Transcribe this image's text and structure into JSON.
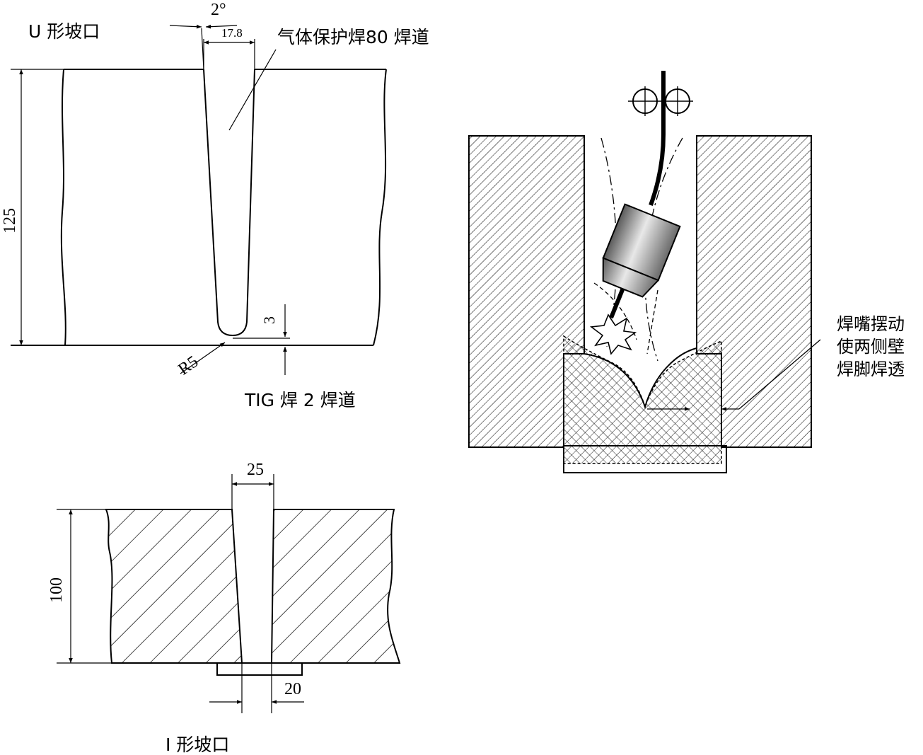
{
  "u_groove": {
    "title": "U 形坡口",
    "angle": "2°",
    "width": "17.8",
    "depth": "125",
    "root_radius": "R5",
    "root_face": "3",
    "fill_label": "气体保护焊80 焊道",
    "root_label": "TIG 焊 2 焊道"
  },
  "i_groove": {
    "title": "I 形坡口",
    "top_width": "25",
    "depth": "100",
    "bottom_width": "20"
  },
  "torch_detail": {
    "note_lines": [
      "焊嘴摆动",
      "使两侧壁",
      "焊脚焊透"
    ]
  }
}
